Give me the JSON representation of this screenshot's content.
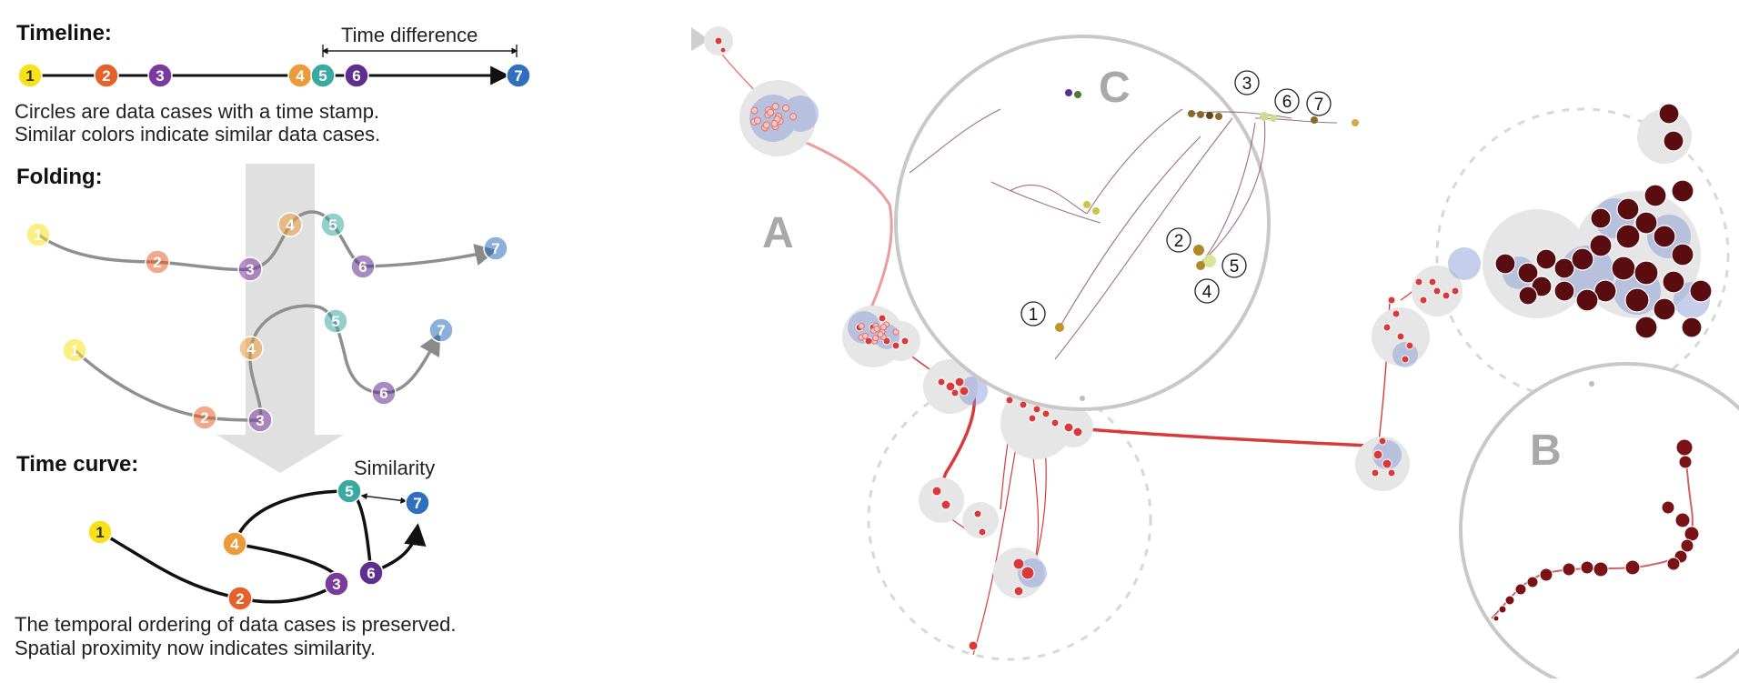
{
  "explainer": {
    "timeline": {
      "heading": "Timeline:",
      "annotation": "Time difference",
      "nodes": [
        "1",
        "2",
        "3",
        "4",
        "5",
        "6",
        "7"
      ],
      "caption_line1": "Circles are data cases with a time stamp.",
      "caption_line2": "Similar colors indicate similar data cases."
    },
    "folding": {
      "heading": "Folding:",
      "nodes_upper": [
        "1",
        "2",
        "3",
        "4",
        "5",
        "6",
        "7"
      ],
      "nodes_lower": [
        "1",
        "2",
        "3",
        "4",
        "5",
        "6",
        "7"
      ]
    },
    "time_curve": {
      "heading": "Time curve:",
      "annotation": "Similarity",
      "nodes": [
        "1",
        "2",
        "3",
        "4",
        "5",
        "6",
        "7"
      ],
      "caption_line1": "The temporal ordering of data cases is preserved.",
      "caption_line2": "Spatial proximity now indicates similarity."
    }
  },
  "panels": {
    "a_label": "A",
    "b_label": "B",
    "c_label": "C",
    "zoom_c_numbers": [
      "1",
      "2",
      "3",
      "4",
      "5",
      "6",
      "7"
    ]
  },
  "colors": {
    "n1": "#f7e21a",
    "n2": "#e5602b",
    "n3": "#7b3b9c",
    "n4": "#ed9a3a",
    "n5": "#3aa9a1",
    "n6": "#5d2f8e",
    "n7": "#2f6fbe",
    "curve_red": "#d83a3a",
    "halo_blue": "#7f93d4",
    "halo_grey": "#e6e6e6",
    "dark_red": "#5a0d10"
  }
}
